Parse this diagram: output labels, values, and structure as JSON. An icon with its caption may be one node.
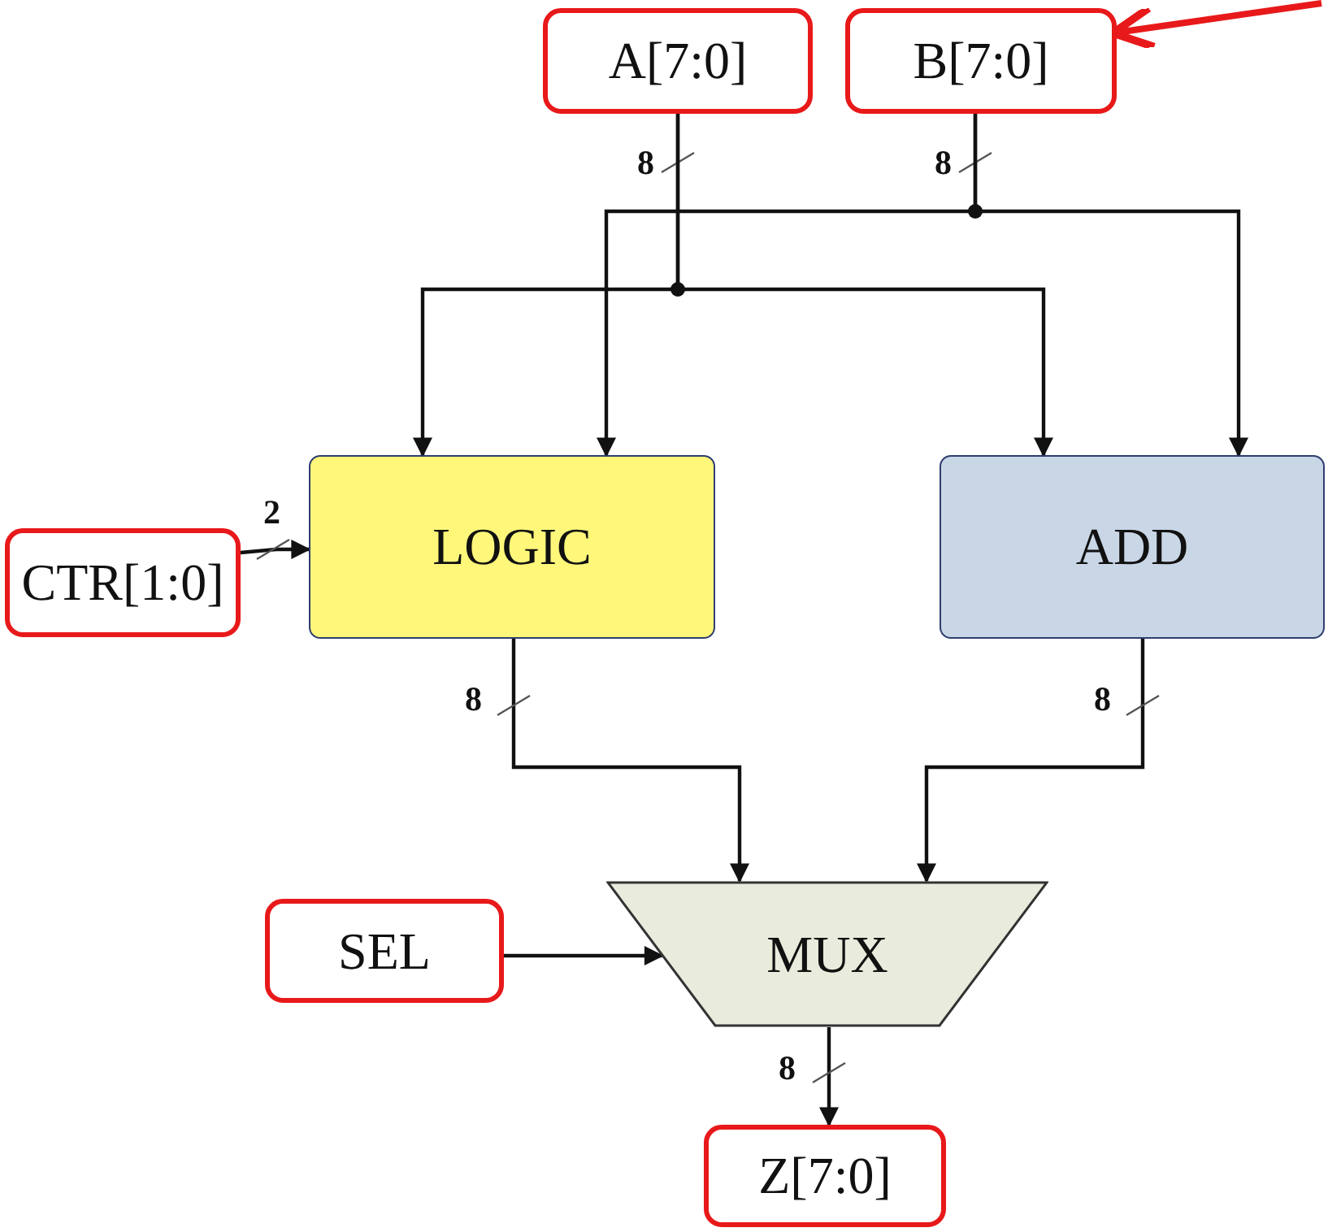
{
  "diagram": {
    "nodes": [
      {
        "text": [
          "A[7:0]"
        ]
      },
      {
        "text": [
          "B[7:0]"
        ]
      },
      {
        "text": [
          "CTR[1:0]"
        ]
      },
      {
        "text": [
          "LOGIC"
        ]
      },
      {
        "text": [
          "ADD"
        ]
      },
      {
        "text": [
          "SEL"
        ]
      },
      {
        "text": [
          "MUX"
        ]
      },
      {
        "text": [
          "Z[7:0]"
        ]
      }
    ],
    "edges": [
      {
        "from": 0,
        "to": 3,
        "arrow": "to",
        "label": "8"
      },
      {
        "from": 0,
        "to": 4,
        "arrow": "to"
      },
      {
        "from": 1,
        "to": 3,
        "arrow": "to",
        "label": "8"
      },
      {
        "from": 1,
        "to": 4,
        "arrow": "to"
      },
      {
        "from": 2,
        "to": 3,
        "arrow": "to",
        "label": "2"
      },
      {
        "from": 3,
        "to": 6,
        "arrow": "to",
        "label": "8"
      },
      {
        "from": 4,
        "to": 6,
        "arrow": "to",
        "label": "8"
      },
      {
        "from": 5,
        "to": 6,
        "arrow": "to"
      },
      {
        "from": 6,
        "to": 7,
        "arrow": "to",
        "label": "8"
      },
      {
        "from": null,
        "to": 1,
        "arrow": "to",
        "style": "thick",
        "color": "#e8191a"
      }
    ]
  }
}
